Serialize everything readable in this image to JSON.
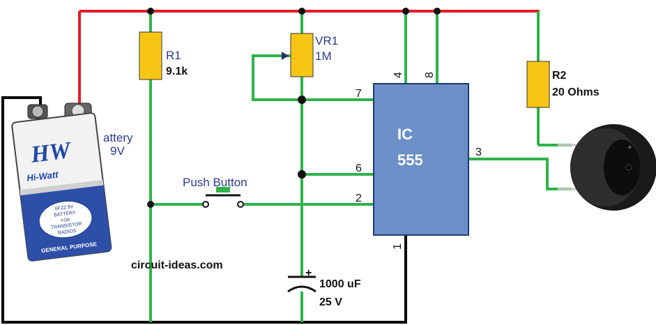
{
  "colors": {
    "positive_wire": "#e31e24",
    "green_wire": "#2fb34a",
    "ground_wire": "#000000",
    "resistor": "#f7c614",
    "ic_body": "#6b8fc6",
    "ic_border": "#1f3a6e"
  },
  "battery": {
    "label_left": "attery",
    "label_line2": "9V",
    "brand": "Hi-Watt",
    "logo": "HW",
    "spec_lines": [
      "6F22 9V",
      "BATTERY",
      "FOR",
      "TRANSISTOR",
      "RADIOS"
    ],
    "footer": "GENERAL PURPOSE"
  },
  "r1": {
    "name": "R1",
    "value": "9.1k"
  },
  "vr1": {
    "name": "VR1",
    "value": "1M"
  },
  "r2": {
    "name": "R2",
    "value": "20 Ohms"
  },
  "ic": {
    "line1": "IC",
    "line2": "555"
  },
  "pins": {
    "p1": "1",
    "p2": "2",
    "p3": "3",
    "p4": "4",
    "p6": "6",
    "p7": "7",
    "p8": "8"
  },
  "push_button": {
    "label": "Push Button"
  },
  "capacitor": {
    "plus": "+",
    "value": "1000 uF",
    "voltage": "25 V"
  },
  "website": "circuit-ideas.com"
}
